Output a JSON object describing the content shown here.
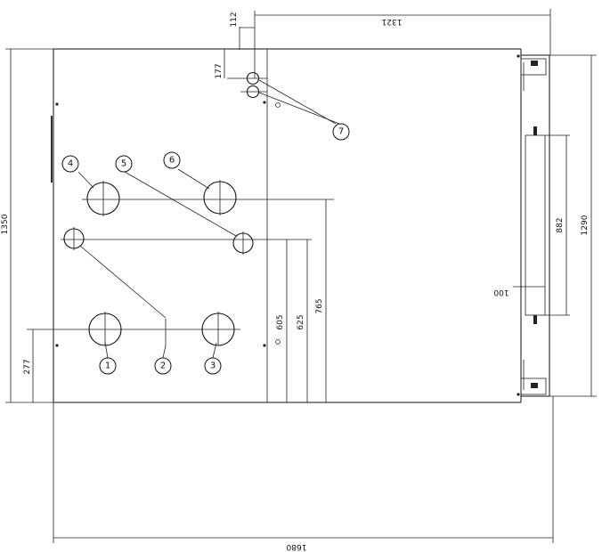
{
  "dimensions": {
    "top_width": "1321",
    "bottom_width": "1680",
    "left_height": "1350",
    "right_height": "1290",
    "right_inner": "882",
    "right_small": "100",
    "d112": "112",
    "d177": "177",
    "d277": "277",
    "d605": "605",
    "d625": "625",
    "d765": "765"
  },
  "callouts": [
    "1",
    "2",
    "3",
    "4",
    "5",
    "6",
    "7"
  ]
}
